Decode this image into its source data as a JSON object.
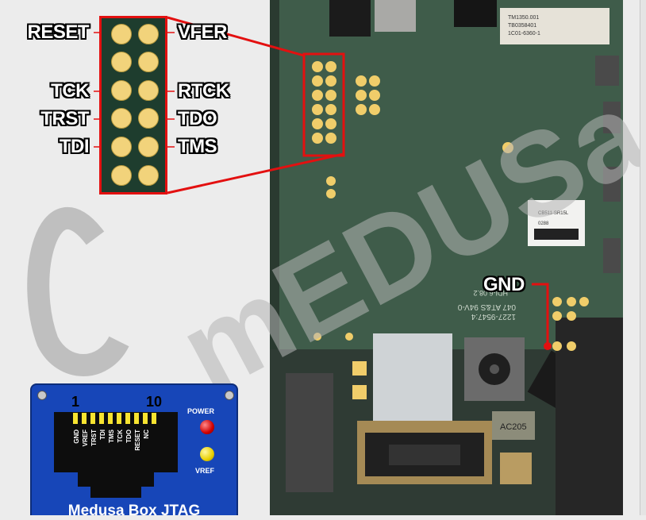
{
  "pin_labels_left": [
    "RESET",
    "TCK",
    "TRST",
    "TDI"
  ],
  "pin_labels_right": [
    "VFER",
    "RTCK",
    "TDO",
    "TMS"
  ],
  "gnd_label": "GND",
  "watermark": "mEDUSa",
  "jtag_box": {
    "title": "Medusa Box JTAG",
    "pin_start": "1",
    "pin_end": "10",
    "pins": [
      "GND",
      "VREF",
      "TRST",
      "TDI",
      "TMS",
      "TCK",
      "TDO",
      "RESET",
      "NC"
    ],
    "power_label": "POWER",
    "vref_label": "VREF"
  },
  "stickers": {
    "top": [
      "TM1350.001",
      "TB0358401",
      "1C01-6360-1"
    ],
    "mid": "CB511-SR15L",
    "mid_small": "0288"
  },
  "board_marks": [
    "047  AT&S 94V-0",
    "1227-9547:4",
    "HDI-6  08.2",
    "AC205"
  ],
  "colors": {
    "frame": "#e31010",
    "pad": "#f2d37b",
    "board": "#3e5a48",
    "jtag_blue": "#1746b8"
  }
}
